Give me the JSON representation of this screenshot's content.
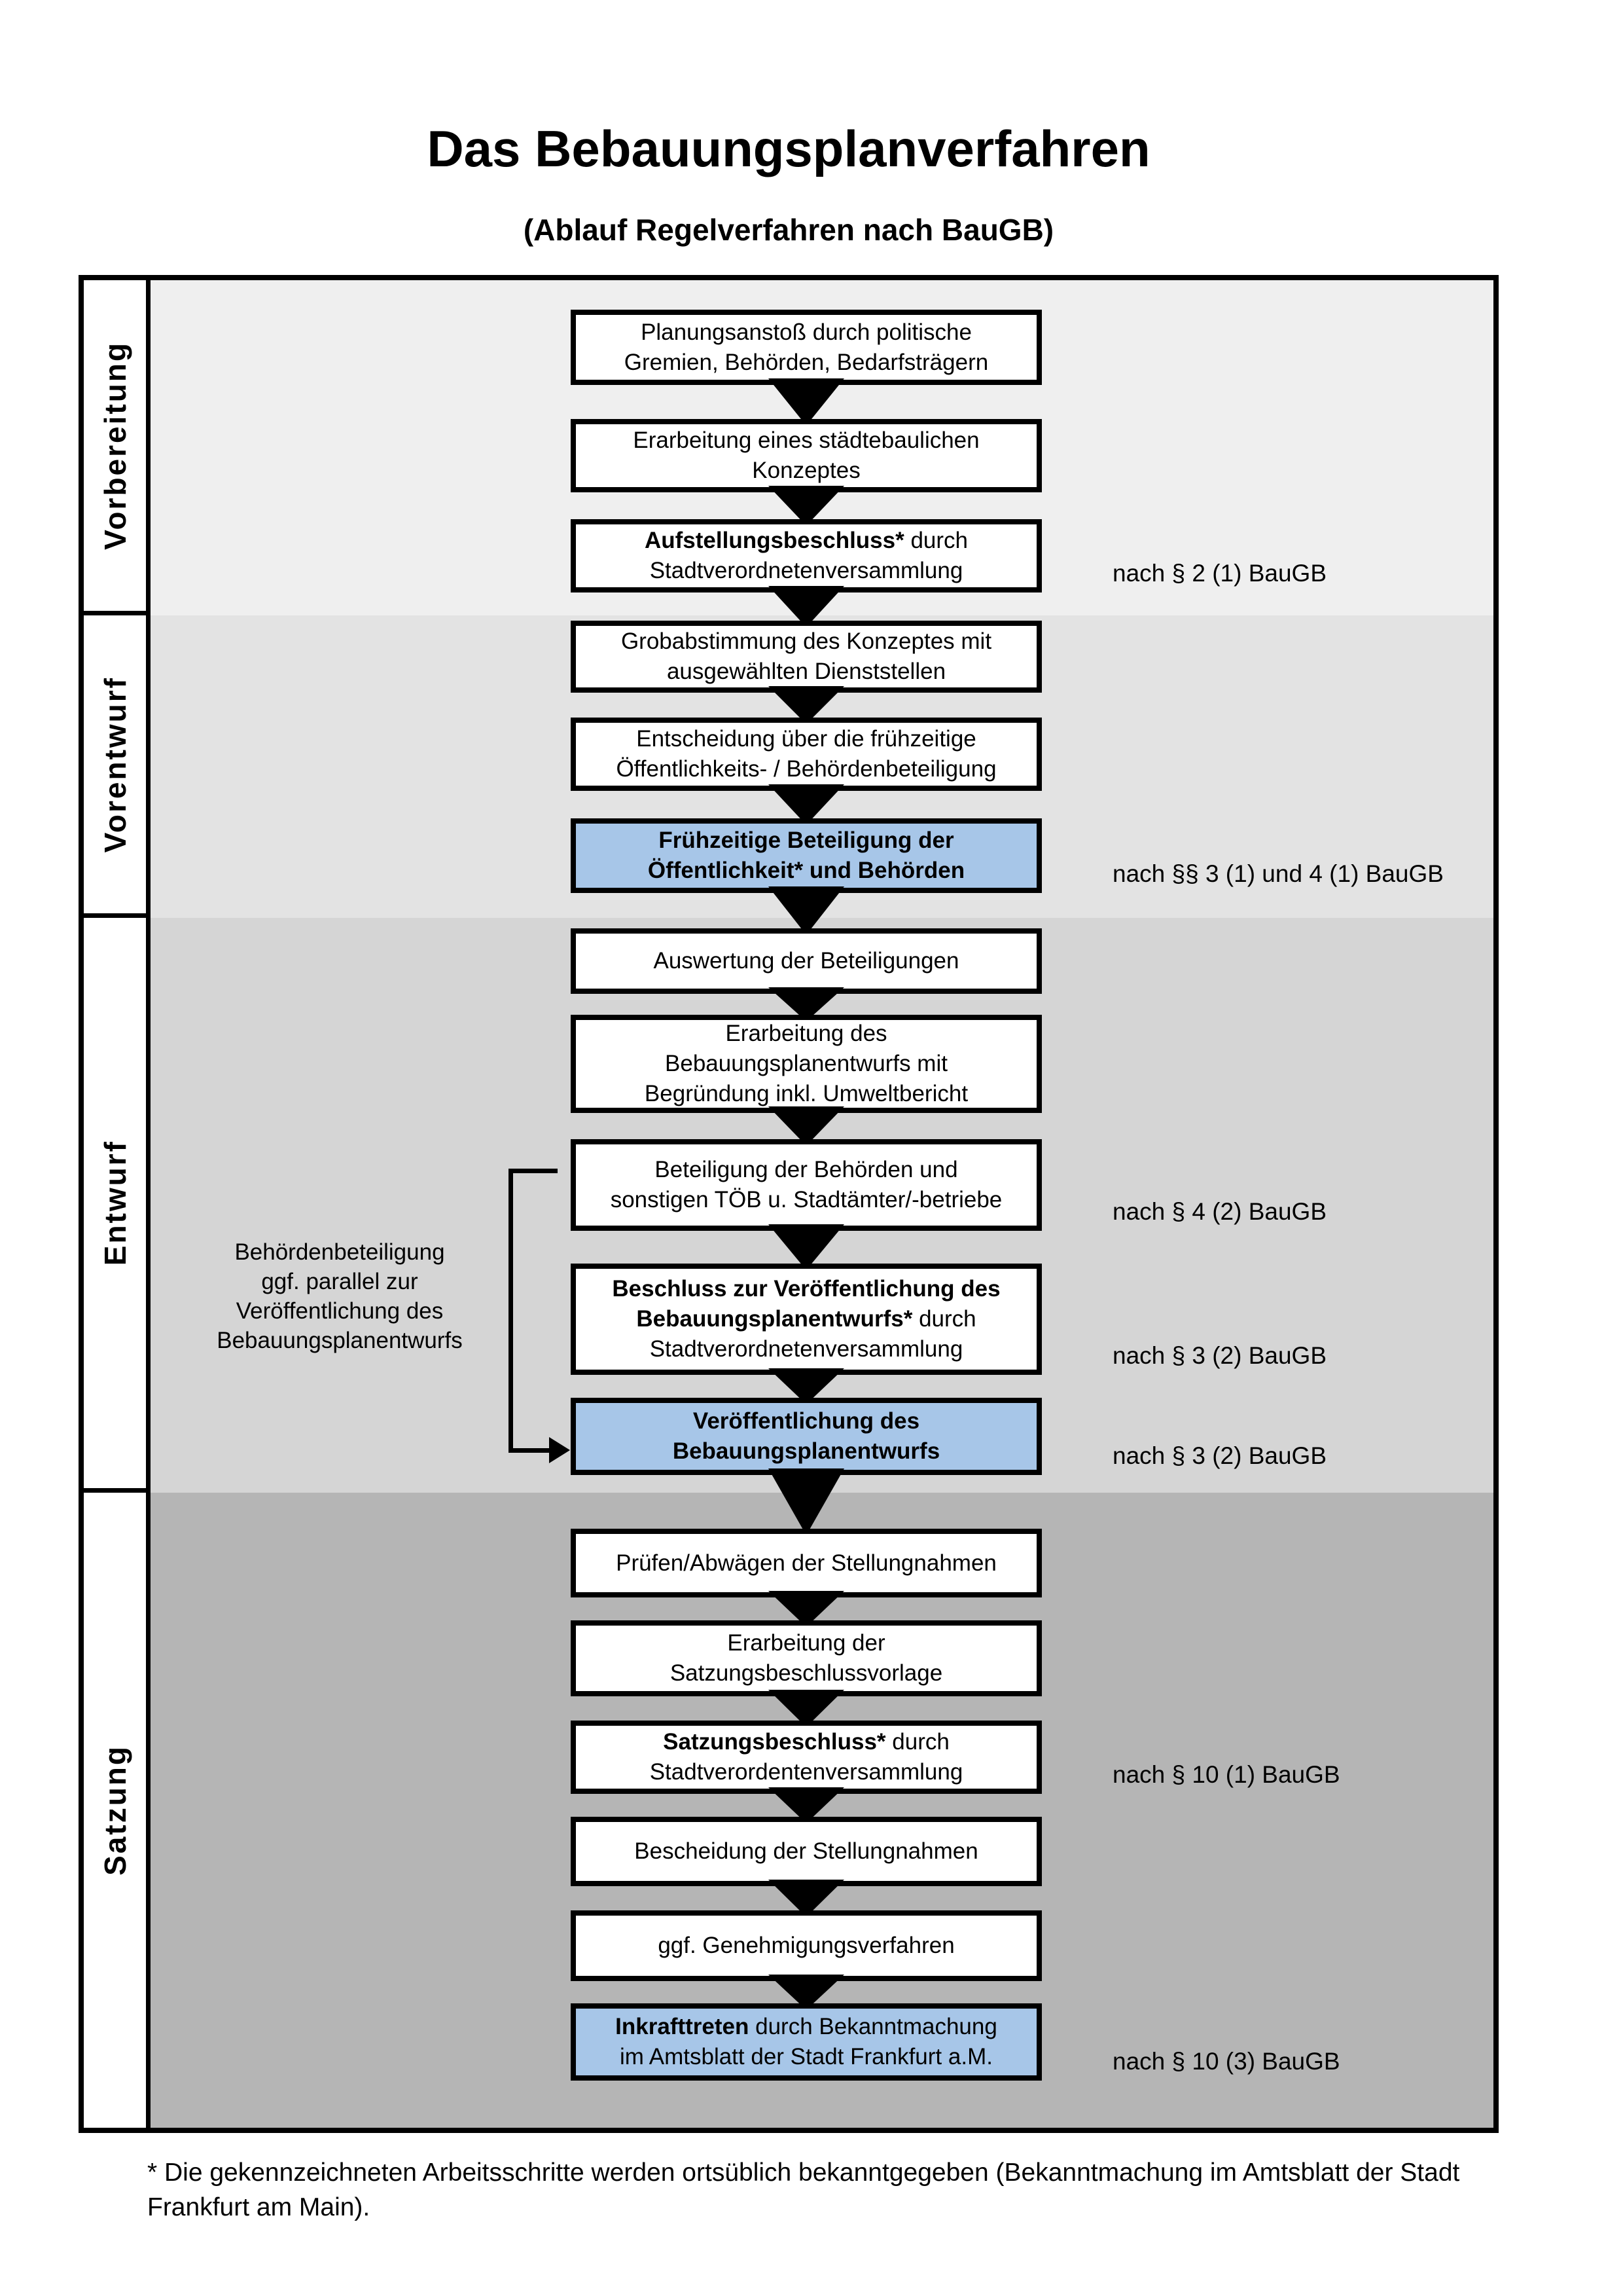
{
  "title": "Das Bebauungsplanverfahren",
  "subtitle": "(Ablauf Regelverfahren nach BauGB)",
  "colors": {
    "step_default": "#ffffff",
    "step_highlight": "#a7c6e8",
    "line": "#000000",
    "label_column_bg": "#ffffff"
  },
  "sections": [
    {
      "label": "Vorbereitung",
      "bg": "#efefef"
    },
    {
      "label": "Vorentwurf",
      "bg": "#e3e3e3"
    },
    {
      "label": "Entwurf",
      "bg": "#d5d5d5"
    },
    {
      "label": "Satzung",
      "bg": "#b5b5b5"
    }
  ],
  "steps": [
    {
      "highlight": false,
      "lines": [
        [
          {
            "t": "Planungsanstoß durch politische"
          }
        ],
        [
          {
            "t": "Gremien, Behörden, Bedarfsträgern"
          }
        ]
      ]
    },
    {
      "highlight": false,
      "lines": [
        [
          {
            "t": "Erarbeitung eines städtebaulichen"
          }
        ],
        [
          {
            "t": "Konzeptes"
          }
        ]
      ]
    },
    {
      "highlight": false,
      "lines": [
        [
          {
            "t": "Aufstellungsbeschluss*",
            "b": true
          },
          {
            "t": " durch"
          }
        ],
        [
          {
            "t": "Stadtverordnetenversammlung"
          }
        ]
      ]
    },
    {
      "highlight": false,
      "lines": [
        [
          {
            "t": "Grobabstimmung des Konzeptes mit"
          }
        ],
        [
          {
            "t": "ausgewählten Dienststellen"
          }
        ]
      ]
    },
    {
      "highlight": false,
      "lines": [
        [
          {
            "t": "Entscheidung über die frühzeitige"
          }
        ],
        [
          {
            "t": "Öffentlichkeits- / Behördenbeteiligung"
          }
        ]
      ]
    },
    {
      "highlight": true,
      "lines": [
        [
          {
            "t": "Frühzeitige Beteiligung der",
            "b": true
          }
        ],
        [
          {
            "t": "Öffentlichkeit* und Behörden",
            "b": true
          }
        ]
      ]
    },
    {
      "highlight": false,
      "lines": [
        [
          {
            "t": "Auswertung der Beteiligungen"
          }
        ]
      ]
    },
    {
      "highlight": false,
      "lines": [
        [
          {
            "t": "Erarbeitung des"
          }
        ],
        [
          {
            "t": "Bebauungsplanentwurfs mit"
          }
        ],
        [
          {
            "t": "Begründung inkl. Umweltbericht"
          }
        ]
      ]
    },
    {
      "highlight": false,
      "lines": [
        [
          {
            "t": "Beteiligung der Behörden und"
          }
        ],
        [
          {
            "t": "sonstigen TÖB u. Stadtämter/-betriebe"
          }
        ]
      ]
    },
    {
      "highlight": false,
      "lines": [
        [
          {
            "t": "Beschluss zur Veröffentlichung des",
            "b": true
          }
        ],
        [
          {
            "t": "Bebauungsplanentwurfs*",
            "b": true
          },
          {
            "t": " durch"
          }
        ],
        [
          {
            "t": "Stadtverordnetenversammlung"
          }
        ]
      ]
    },
    {
      "highlight": true,
      "lines": [
        [
          {
            "t": "Veröffentlichung des",
            "b": true
          }
        ],
        [
          {
            "t": "Bebauungsplanentwurfs",
            "b": true
          }
        ]
      ]
    },
    {
      "highlight": false,
      "lines": [
        [
          {
            "t": "Prüfen/Abwägen der Stellungnahmen"
          }
        ]
      ]
    },
    {
      "highlight": false,
      "lines": [
        [
          {
            "t": "Erarbeitung der"
          }
        ],
        [
          {
            "t": "Satzungsbeschlussvorlage"
          }
        ]
      ]
    },
    {
      "highlight": false,
      "lines": [
        [
          {
            "t": "Satzungsbeschluss*",
            "b": true
          },
          {
            "t": " durch"
          }
        ],
        [
          {
            "t": "Stadtverordentenversammlung"
          }
        ]
      ]
    },
    {
      "highlight": false,
      "lines": [
        [
          {
            "t": "Bescheidung der Stellungnahmen"
          }
        ]
      ]
    },
    {
      "highlight": false,
      "lines": [
        [
          {
            "t": "ggf. Genehmigungsverfahren"
          }
        ]
      ]
    },
    {
      "highlight": true,
      "lines": [
        [
          {
            "t": "Inkrafttreten",
            "b": true
          },
          {
            "t": " durch Bekanntmachung"
          }
        ],
        [
          {
            "t": "im Amtsblatt der Stadt Frankfurt a.M."
          }
        ]
      ]
    }
  ],
  "references": [
    {
      "text": "nach § 2 (1) BauGB",
      "step": 3
    },
    {
      "text": "nach §§ 3 (1) und 4 (1) BauGB",
      "step": 6
    },
    {
      "text": "nach § 4 (2) BauGB",
      "step": 9
    },
    {
      "text": "nach § 3 (2) BauGB",
      "step": 10
    },
    {
      "text": "nach § 3 (2) BauGB",
      "step": 11
    },
    {
      "text": "nach § 10 (1) BauGB",
      "step": 14
    },
    {
      "text": "nach § 10 (3) BauGB",
      "step": 17
    }
  ],
  "side_note": {
    "lines": [
      "Behördenbeteiligung",
      "ggf. parallel zur",
      "Veröffentlichung des",
      "Bebauungsplanentwurfs"
    ]
  },
  "footnote": {
    "lines": [
      "* Die gekennzeichneten Arbeitsschritte werden ortsüblich bekanntgegeben (Bekanntmachung im Amtsblatt  der Stadt",
      "Frankfurt am Main)."
    ]
  }
}
